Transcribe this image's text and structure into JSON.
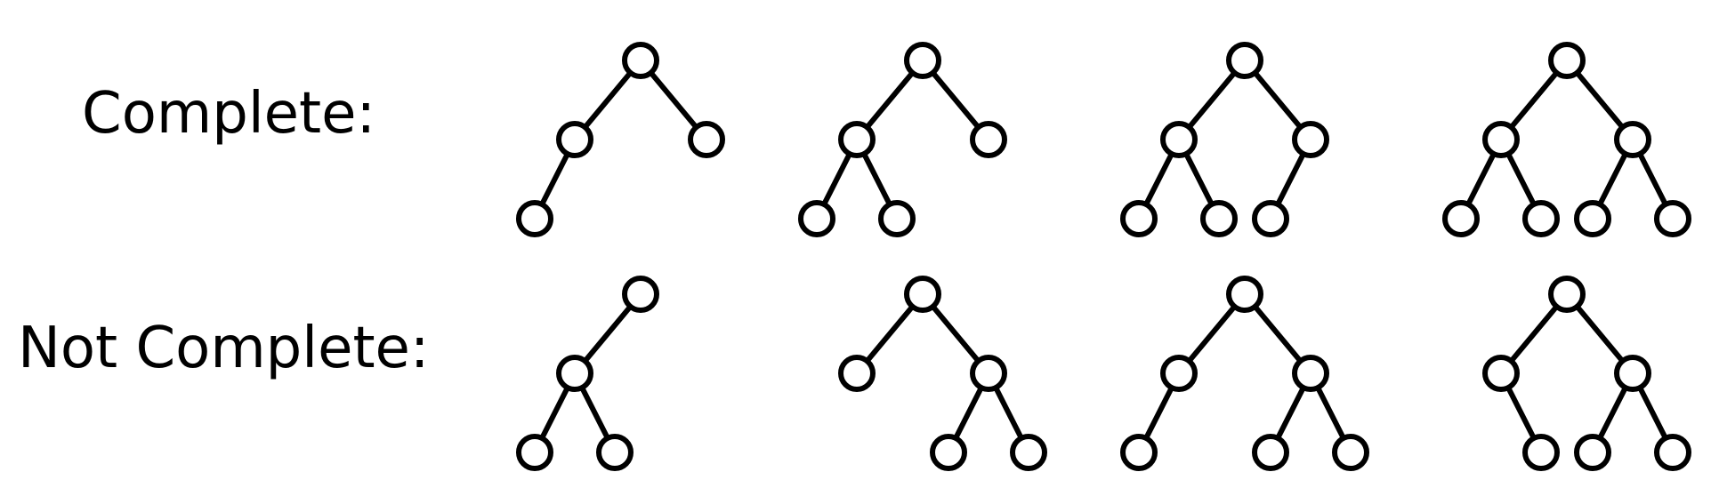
{
  "labels": {
    "complete": "Complete:",
    "not_complete": "Not Complete:"
  },
  "colors": {
    "background": "#ffffff",
    "stroke": "#000000",
    "node_fill": "#ffffff"
  },
  "rows": [
    {
      "id": "complete",
      "trees": [
        {
          "nodes": [
            "root",
            "L",
            "R",
            "LL"
          ]
        },
        {
          "nodes": [
            "root",
            "L",
            "R",
            "LL",
            "LR"
          ]
        },
        {
          "nodes": [
            "root",
            "L",
            "R",
            "LL",
            "LR",
            "RL"
          ]
        },
        {
          "nodes": [
            "root",
            "L",
            "R",
            "LL",
            "LR",
            "RL",
            "RR"
          ]
        }
      ]
    },
    {
      "id": "not_complete",
      "trees": [
        {
          "nodes": [
            "root",
            "L",
            "LL",
            "LR"
          ]
        },
        {
          "nodes": [
            "root",
            "L",
            "R",
            "RL",
            "RR"
          ]
        },
        {
          "nodes": [
            "root",
            "L",
            "R",
            "LL",
            "RL",
            "RR"
          ]
        },
        {
          "nodes": [
            "root",
            "L",
            "R",
            "LR",
            "RL",
            "RR"
          ]
        }
      ]
    }
  ]
}
